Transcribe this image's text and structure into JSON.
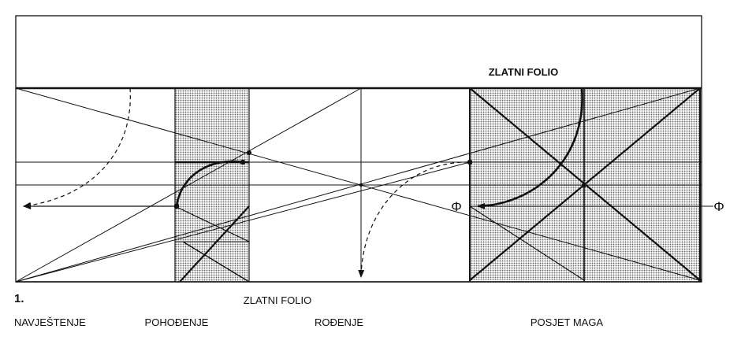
{
  "labels": {
    "top_golden": "ZLATNI FOLIO",
    "bottom_golden": "ZLATNI FOLIO",
    "figure_number": "1.",
    "scene_1": "NAVJEŠTENJE",
    "scene_2": "POHOĐENJE",
    "scene_3": "ROĐENJE",
    "scene_4": "POSJET MAGA"
  },
  "symbols": {
    "phi_left": "Φ",
    "phi_right": "Φ"
  },
  "colors": {
    "ink": "#111111",
    "paper": "#ffffff",
    "dot_fill": "#777777"
  }
}
